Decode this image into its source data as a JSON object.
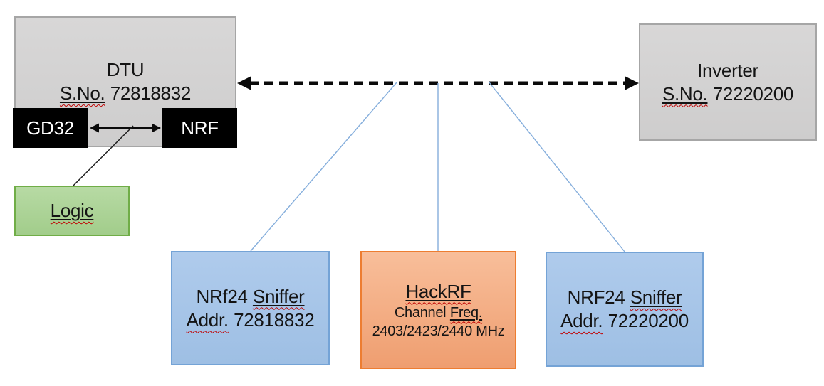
{
  "dtu": {
    "title": "DTU",
    "serial_label": "S.No.",
    "serial_value": "72818832",
    "chips": {
      "gd32": "GD32",
      "nrf": "NRF"
    }
  },
  "logic": {
    "label": "Logic"
  },
  "inverter": {
    "title": "Inverter",
    "serial_label": "S.No.",
    "serial_value": "72220200"
  },
  "sniffer_left": {
    "name_prefix": "NRf24",
    "name_word": "Sniffer",
    "addr_label": "Addr.",
    "addr_value": "72818832"
  },
  "hackrf": {
    "title": "HackRF",
    "channel_prefix": "Channel",
    "channel_word": "Freq.",
    "frequencies": "2403/2423/2440 MHz"
  },
  "sniffer_right": {
    "name_prefix": "NRF24",
    "name_word": "Sniffer",
    "addr_label": "Addr.",
    "addr_value": "72220200"
  },
  "colors": {
    "gray_fill": "#D2D1D1",
    "gray_border": "#A6A6A6",
    "chip_black": "#000000",
    "green_fill": "#A9D18E",
    "green_border": "#70AD47",
    "blue_fill": "#A6C5E8",
    "blue_border": "#74A3D6",
    "orange_fill": "#F4AC82",
    "orange_border": "#ED7D31",
    "connector_blue": "#85AEDC",
    "arrow_black": "#0A0A0A",
    "squiggle_red": "#C00000"
  }
}
